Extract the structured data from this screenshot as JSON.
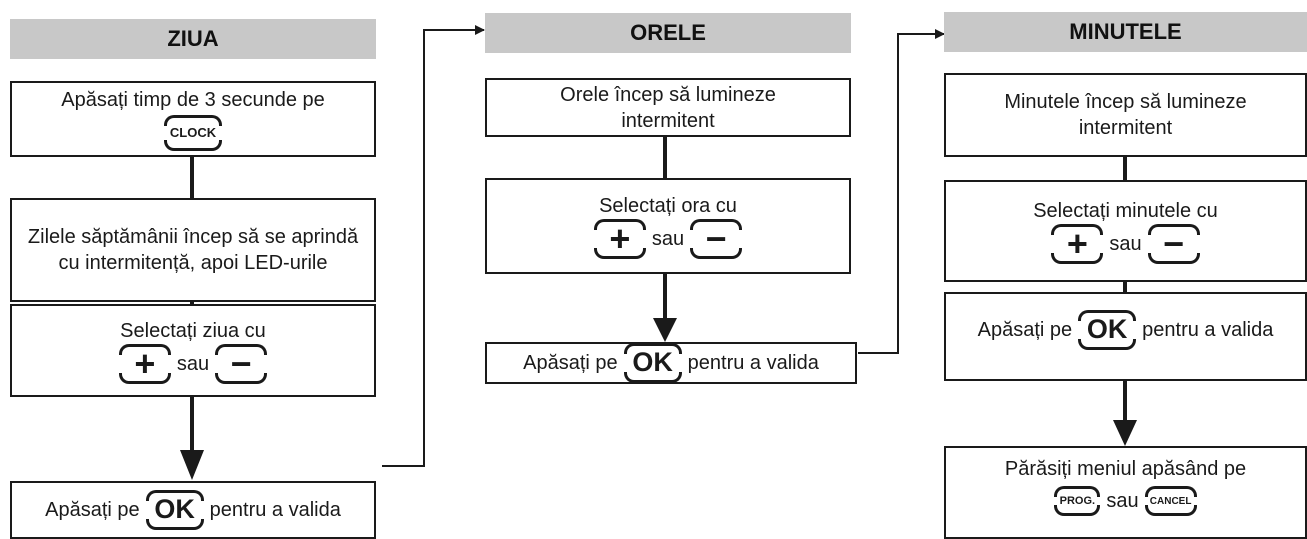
{
  "columns": [
    {
      "header": "ZIUA",
      "steps": {
        "hold": "Apăsați timp de 3 secunde pe",
        "clock_key": "CLOCK",
        "blink": "Zilele săptămânii încep să se aprindă cu intermitență, apoi LED-urile",
        "select": "Selectați ziua cu",
        "or": "sau",
        "press": "Apăsați pe",
        "ok_key": "OK",
        "validate": "pentru a valida"
      }
    },
    {
      "header": "ORELE",
      "steps": {
        "blink": "Orele încep să lumineze intermitent",
        "select": "Selectați ora cu",
        "or": "sau",
        "press": "Apăsați pe",
        "ok_key": "OK",
        "validate": "pentru a valida"
      }
    },
    {
      "header": "MINUTELE",
      "steps": {
        "blink": "Minutele încep să lumineze intermitent",
        "select": "Selectați minutele cu",
        "or": "sau",
        "press": "Apăsați pe",
        "ok_key": "OK",
        "validate": "pentru a valida",
        "exit": "Părăsiți meniul apăsând pe",
        "prog_key": "PROG.",
        "or2": "sau",
        "cancel_key": "CANCEL"
      }
    }
  ],
  "keys": {
    "plus": "+",
    "minus": "−"
  },
  "colors": {
    "header_bg": "#c8c8c8",
    "line": "#1a1a1a"
  }
}
